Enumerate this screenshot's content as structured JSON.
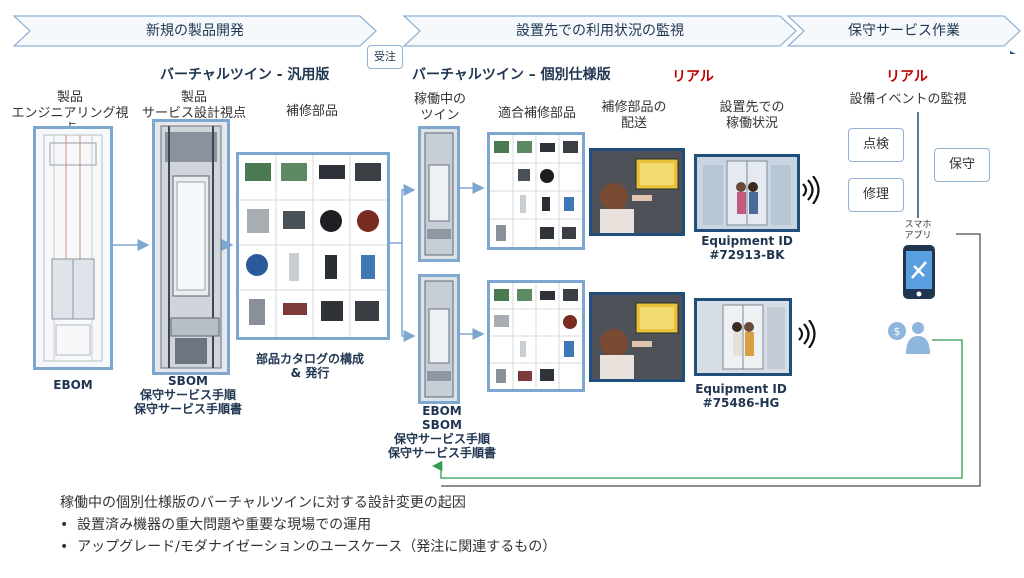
{
  "phases": [
    {
      "label": "新規の製品開発"
    },
    {
      "label": "設置先での利用状況の監視"
    },
    {
      "label": "保守サービス作業"
    }
  ],
  "order_label": "受注",
  "sections": {
    "generic": "バーチャルツイン - 汎用版",
    "specific": "バーチャルツイン – 個別仕様版",
    "real1": "リアル",
    "real2": "リアル"
  },
  "columns": {
    "eng_view": {
      "line1": "製品",
      "line2": "エンジニアリング視点"
    },
    "svc_view": {
      "line1": "製品",
      "line2": "サービス設計視点"
    },
    "parts": "補修部品",
    "operating": {
      "line1": "稼働中の",
      "line2": "ツイン"
    },
    "fit_parts": "適合補修部品",
    "delivery": {
      "line1": "補修部品の",
      "line2": "配送"
    },
    "site": {
      "line1": "設置先での",
      "line2": "稼働状況"
    },
    "monitor": "設備イベントの監視"
  },
  "captions": {
    "ebom": "EBOM",
    "sbom": {
      "l1": "SBOM",
      "l2": "保守サービス手順",
      "l3": "保守サービス手順書"
    },
    "catalog": {
      "l1": "部品カタログの構成",
      "l2": "& 発行"
    },
    "bottom": {
      "l1": "EBOM",
      "l2": "SBOM",
      "l3": "保守サービス手順",
      "l4": "保守サービス手順書"
    },
    "equip1": {
      "l1": "Equipment ID",
      "l2": "#72913-BK"
    },
    "equip2": {
      "l1": "Equipment ID",
      "l2": "#75486-HG"
    }
  },
  "actions": {
    "inspect": "点検",
    "repair": "修理",
    "maintain": "保守"
  },
  "phone_label": {
    "l1": "スマホ",
    "l2": "アプリ"
  },
  "notes": {
    "title": "稼働中の個別仕様版のバーチャルツインに対する設計変更の起因",
    "b1": "設置済み機器の重大問題や重要な現場での運用",
    "b2": "アップグレード/モダナイゼーションのユースケース（発注に関連するもの）"
  },
  "colors": {
    "accent": "#7ea7d0",
    "dark": "#1f4f7a",
    "real": "#c00000",
    "feedback": "#2e9e4f"
  }
}
